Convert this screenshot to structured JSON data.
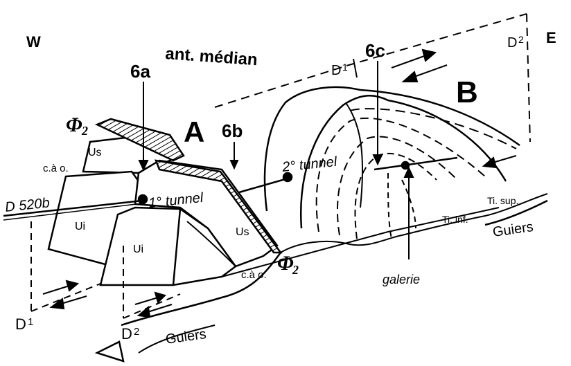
{
  "directions": {
    "west": "W",
    "east": "E"
  },
  "heading": "ant. médian",
  "blocks": {
    "a": "A",
    "b": "B"
  },
  "stations": {
    "s6a": "6a",
    "s6b": "6b",
    "s6c": "6c"
  },
  "phi_label": "Φ",
  "phi_sub": "2",
  "units": {
    "us": "Us",
    "ui": "Ui"
  },
  "cao": "c.à o.",
  "d_marks": {
    "d1_base": "D",
    "d1_sub": "1",
    "d2_base": "D",
    "d2_sub": "2"
  },
  "borehole": "D 520b",
  "tunnel1": "1° tunnel",
  "tunnel2": "2° tunnel",
  "galerie": "galerie",
  "ti_sup": "Ti. sup.",
  "ti_inf": "Ti. inf.",
  "river": "Guiers",
  "colors": {
    "ink": "#000000",
    "paper": "#ffffff"
  }
}
